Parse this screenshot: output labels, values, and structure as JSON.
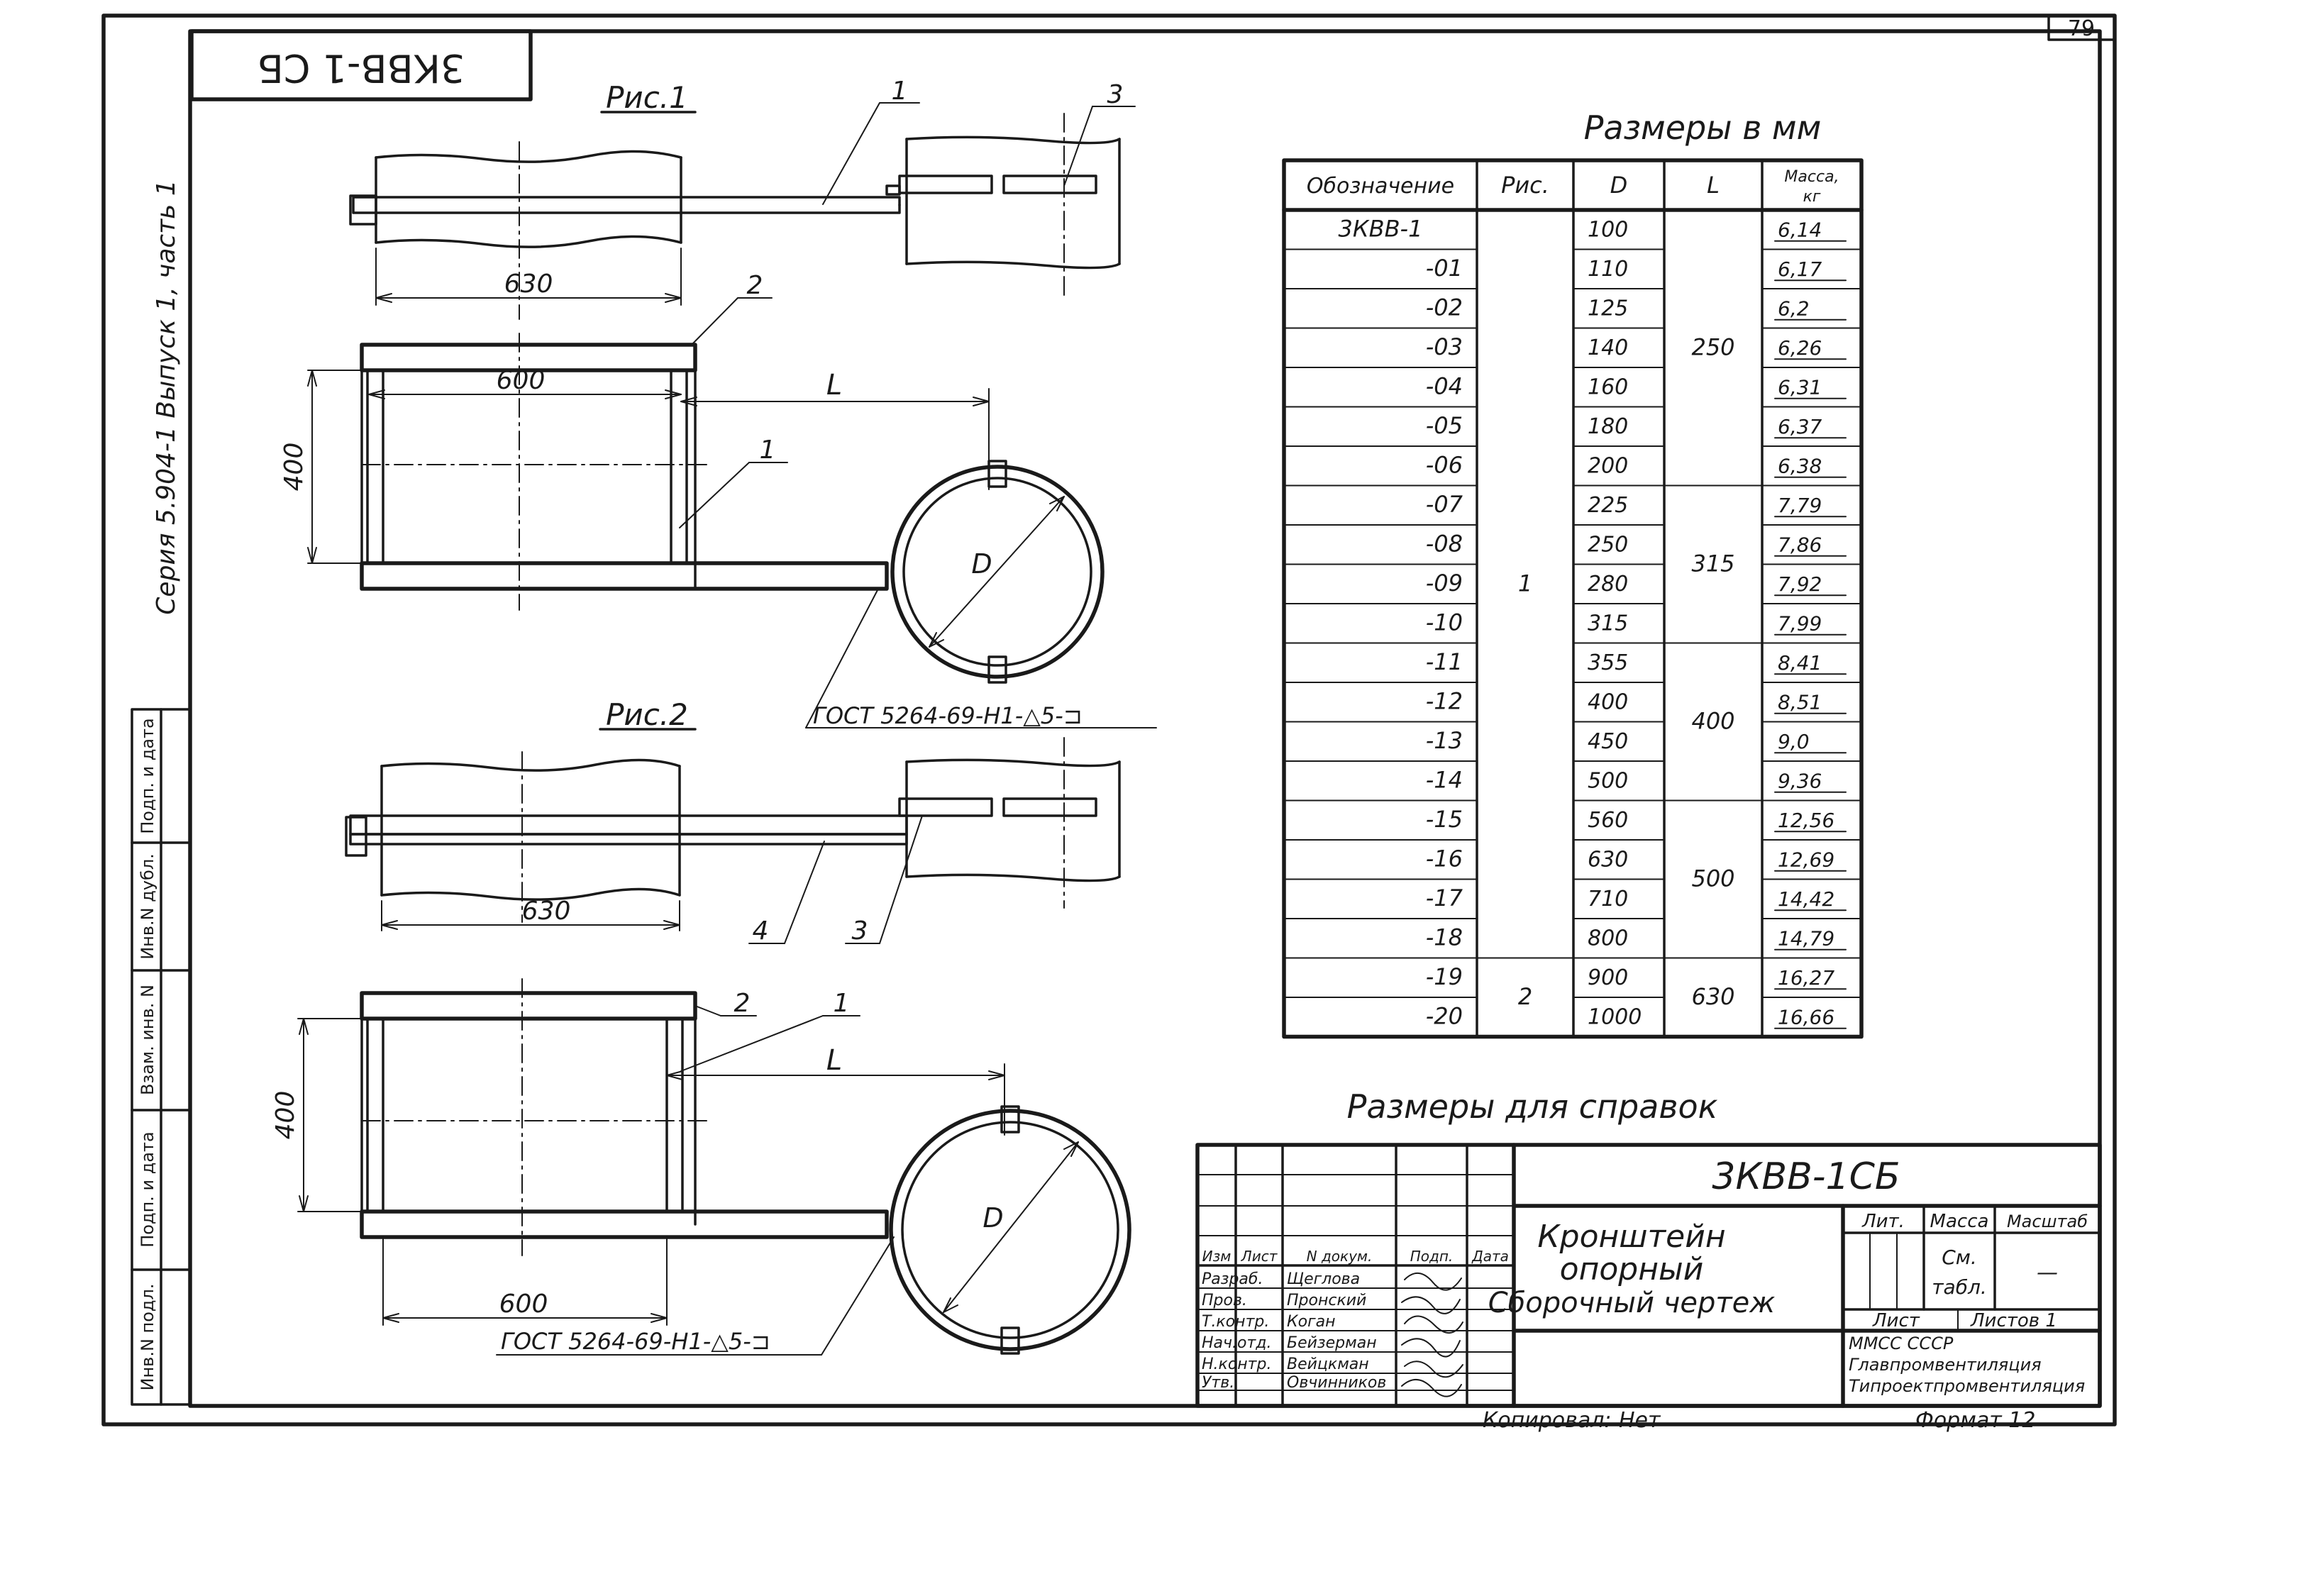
{
  "sheet": {
    "number": "79",
    "stamp_code_rotated": "3КВВ-1 СБ",
    "series_note": "Серия 5.904-1  Выпуск 1, часть 1",
    "copied_label": "Копировал:",
    "copied_value": "Нет",
    "format_label": "Формат 12"
  },
  "side_strip": {
    "cells": [
      "Инв.N подл.",
      "Подп. и дата",
      "Взам. инв. N",
      "Инв.N дубл.",
      "Подп. и дата"
    ]
  },
  "figures": {
    "fig1_title": "Рис.1",
    "fig2_title": "Рис.2",
    "dim_630": "630",
    "dim_600": "600",
    "dim_400": "400",
    "dim_L": "L",
    "dim_D": "D",
    "callouts": [
      "1",
      "2",
      "3",
      "4"
    ],
    "weld_note": "ГОСТ 5264-69-Н1-△5-⊐"
  },
  "table": {
    "title": "Размеры в мм",
    "headers": [
      "Обозначение",
      "Рис.",
      "D",
      "L",
      "Масса, кг"
    ],
    "rows": [
      {
        "code": "3КВВ-1",
        "d": "100",
        "mass": "6,14"
      },
      {
        "code": "-01",
        "d": "110",
        "mass": "6,17"
      },
      {
        "code": "-02",
        "d": "125",
        "mass": "6,2"
      },
      {
        "code": "-03",
        "d": "140",
        "mass": "6,26"
      },
      {
        "code": "-04",
        "d": "160",
        "mass": "6,31"
      },
      {
        "code": "-05",
        "d": "180",
        "mass": "6,37"
      },
      {
        "code": "-06",
        "d": "200",
        "mass": "6,38"
      },
      {
        "code": "-07",
        "d": "225",
        "mass": "7,79"
      },
      {
        "code": "-08",
        "d": "250",
        "mass": "7,86"
      },
      {
        "code": "-09",
        "d": "280",
        "mass": "7,92"
      },
      {
        "code": "-10",
        "d": "315",
        "mass": "7,99"
      },
      {
        "code": "-11",
        "d": "355",
        "mass": "8,41"
      },
      {
        "code": "-12",
        "d": "400",
        "mass": "8,51"
      },
      {
        "code": "-13",
        "d": "450",
        "mass": "9,0"
      },
      {
        "code": "-14",
        "d": "500",
        "mass": "9,36"
      },
      {
        "code": "-15",
        "d": "560",
        "mass": "12,56"
      },
      {
        "code": "-16",
        "d": "630",
        "mass": "12,69"
      },
      {
        "code": "-17",
        "d": "710",
        "mass": "14,42"
      },
      {
        "code": "-18",
        "d": "800",
        "mass": "14,79"
      },
      {
        "code": "-19",
        "d": "900",
        "mass": "16,27"
      },
      {
        "code": "-20",
        "d": "1000",
        "mass": "16,66"
      }
    ],
    "fig_groups": [
      {
        "label": "1",
        "from": 0,
        "to": 18
      },
      {
        "label": "2",
        "from": 19,
        "to": 20
      }
    ],
    "l_groups": [
      {
        "label": "250",
        "from": 0,
        "to": 6
      },
      {
        "label": "315",
        "from": 7,
        "to": 10
      },
      {
        "label": "400",
        "from": 11,
        "to": 14
      },
      {
        "label": "500",
        "from": 15,
        "to": 18
      },
      {
        "label": "630",
        "from": 19,
        "to": 20
      }
    ],
    "reference_note": "Размеры для справок"
  },
  "title_block": {
    "designation": "3КВВ-1СБ",
    "name_line1": "Кронштейн",
    "name_line2": "опорный",
    "name_line3": "Сборочный чертеж",
    "col_headers": [
      "Изм",
      "Лист",
      "N докум.",
      "Подп.",
      "Дата"
    ],
    "roles": [
      {
        "role": "Разраб.",
        "name": "Щеглова"
      },
      {
        "role": "Пров.",
        "name": "Пронский"
      },
      {
        "role": "Т.контр.",
        "name": "Коган"
      },
      {
        "role": "Нач.отд.",
        "name": "Бейзерман"
      },
      {
        "role": "Н.контр.",
        "name": "Вейцкман"
      },
      {
        "role": "Утв.",
        "name": "Овчинников"
      }
    ],
    "lit_label": "Лит.",
    "mass_label": "Масса",
    "scale_label": "Масштаб",
    "mass_value_1": "См.",
    "mass_value_2": "табл.",
    "scale_value": "—",
    "sheet_label": "Лист",
    "sheets_label": "Листов 1",
    "org_line1": "ММСС          СССР",
    "org_line2": "Главпромвентиляция",
    "org_line3": "Типроектпромвентиляция"
  }
}
